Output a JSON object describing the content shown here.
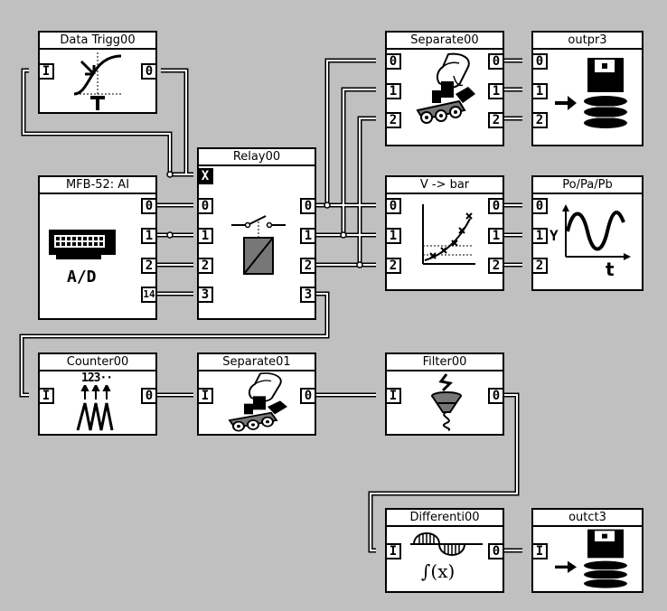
{
  "blocks": {
    "data_trigg": {
      "title": "Data Trigg00",
      "in": "I",
      "out": "0"
    },
    "mfb": {
      "title": "MFB-52: AI",
      "outs": [
        "0",
        "1",
        "2",
        "14"
      ],
      "caption": "A/D"
    },
    "relay": {
      "title": "Relay00",
      "ctrl": "X",
      "ins": [
        "0",
        "1",
        "2",
        "3"
      ],
      "outs": [
        "0",
        "1",
        "2",
        "3"
      ]
    },
    "separate00": {
      "title": "Separate00",
      "ins": [
        "0",
        "1",
        "2"
      ],
      "outs": [
        "0",
        "1",
        "2"
      ]
    },
    "outpr3": {
      "title": "outpr3",
      "ins": [
        "0",
        "1",
        "2"
      ]
    },
    "vbar": {
      "title": "V -> bar",
      "ins": [
        "0",
        "1",
        "2"
      ],
      "outs": [
        "0",
        "1",
        "2"
      ]
    },
    "popapb": {
      "title": "Po/Pa/Pb",
      "ins": [
        "0",
        "1",
        "2"
      ],
      "y_label": "Y",
      "t_label": "t"
    },
    "counter": {
      "title": "Counter00",
      "in": "I",
      "out": "0",
      "digits": "123··"
    },
    "separate01": {
      "title": "Separate01",
      "in": "I",
      "out": "0"
    },
    "filter": {
      "title": "Filter00",
      "in": "I",
      "out": "0"
    },
    "differenti": {
      "title": "Differenti00",
      "in": "I",
      "out": "0",
      "formula": "∫(x)"
    },
    "outct3": {
      "title": "outct3",
      "in": "I"
    }
  }
}
